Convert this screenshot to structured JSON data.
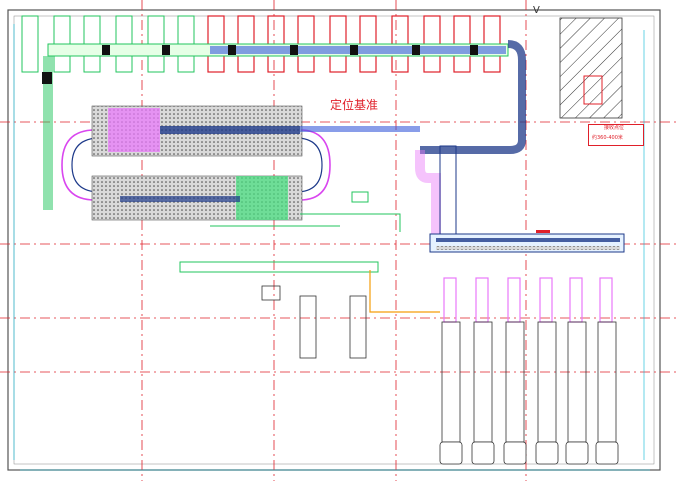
{
  "drawing": {
    "main_label": "定位基准",
    "annotation_lines": [
      "接收点位",
      "约360-400米"
    ],
    "grid_letter": "V"
  },
  "colors": {
    "background": "#ffffff",
    "grid_red": "#e0202a",
    "conveyor_green": "#22c55e",
    "conveyor_blue": "#1e3a8a",
    "station_magenta": "#d946ef",
    "wall_gray": "#555555",
    "dim_cyan": "#06b6d4"
  }
}
